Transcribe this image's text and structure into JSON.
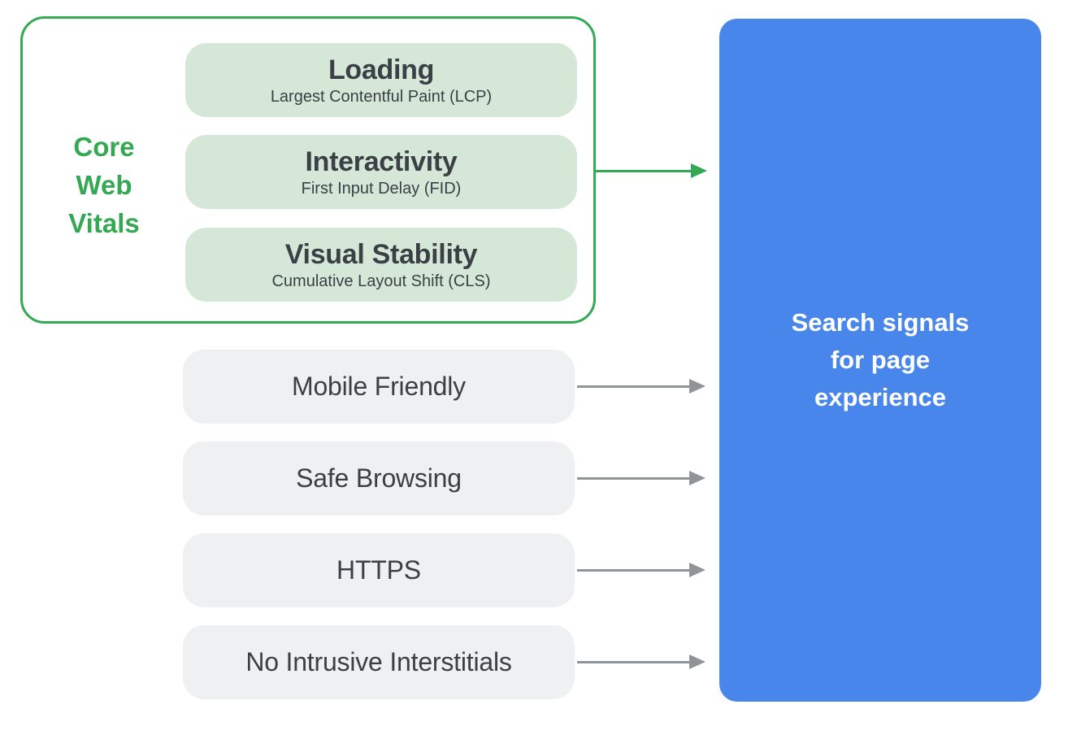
{
  "colors": {
    "green": "#34a853",
    "green_light": "#d5e8d8",
    "gray_light": "#eff0f2",
    "blue": "#4886ec",
    "arrow_gray": "#8f9499",
    "text_dark": "#3a4045",
    "white": "#ffffff"
  },
  "core_web_vitals": {
    "label": "Core\nWeb\nVitals",
    "items": [
      {
        "title": "Loading",
        "subtitle": "Largest Contentful Paint (LCP)"
      },
      {
        "title": "Interactivity",
        "subtitle": "First Input Delay (FID)"
      },
      {
        "title": "Visual Stability",
        "subtitle": "Cumulative Layout Shift (CLS)"
      }
    ]
  },
  "other_signals": [
    {
      "label": "Mobile Friendly"
    },
    {
      "label": "Safe Browsing"
    },
    {
      "label": "HTTPS"
    },
    {
      "label": "No Intrusive Interstitials"
    }
  ],
  "target": {
    "label": "Search signals\nfor page\nexperience"
  }
}
